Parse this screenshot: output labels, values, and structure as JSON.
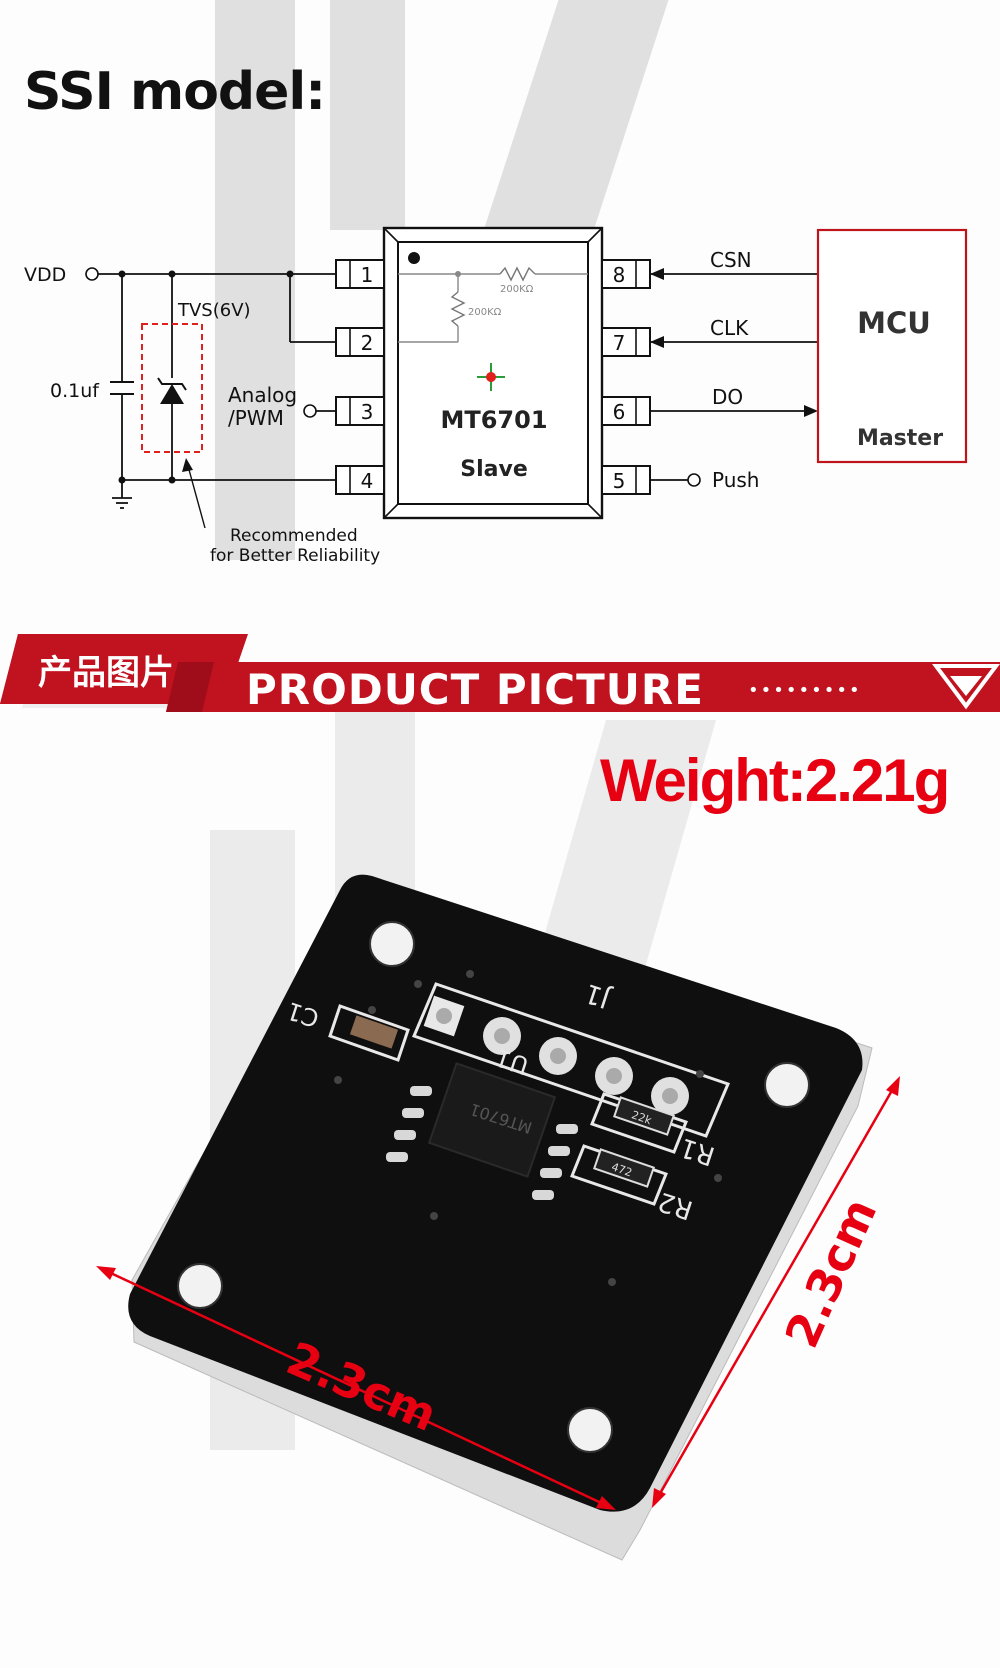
{
  "title": "SSI model:",
  "schematic": {
    "vdd": "VDD",
    "tvs": "TVS(6V)",
    "cap": "0.1uf",
    "analog_line1": "Analog",
    "analog_line2": "/PWM",
    "pins_left": [
      "1",
      "2",
      "3",
      "4"
    ],
    "pins_right": [
      "8",
      "7",
      "6",
      "5"
    ],
    "res1": "200KΩ",
    "res2": "200KΩ",
    "chip_name": "MT6701",
    "chip_role": "Slave",
    "csn": "CSN",
    "clk": "CLK",
    "do": "DO",
    "push": "Push",
    "mcu": "MCU",
    "master": "Master",
    "note_line1": "Recommended",
    "note_line2": "for Better Reliability"
  },
  "banner": {
    "cn": "产品图片",
    "en": "PRODUCT PICTURE",
    "dots": "•••••••••",
    "accent": "#c1121f"
  },
  "weight": "Weight:2.21g",
  "pcb": {
    "j1": "J1",
    "c1": "C1",
    "u1": "U1",
    "r1": "R1",
    "r2": "R2",
    "chip_mark": "MT6701",
    "r1_value": "22k",
    "r2_value": "472"
  },
  "dims": {
    "width": "2.3cm",
    "height": "2.3cm",
    "color": "#e60012"
  }
}
